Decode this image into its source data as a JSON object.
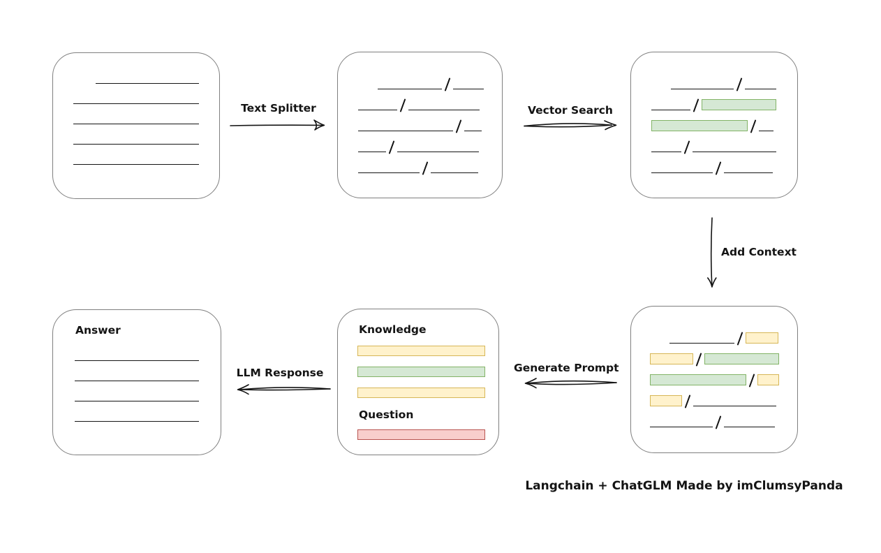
{
  "caption": "Langchain + ChatGLM Made by imClumsyPanda",
  "arrows": {
    "text_splitter": "Text Splitter",
    "vector_search": "Vector Search",
    "add_context": "Add Context",
    "generate_prompt": "Generate Prompt",
    "llm_response": "LLM Response"
  },
  "colors": {
    "chunk_green_fill": "#d5e8d4",
    "chunk_green_border": "#82b366",
    "chunk_yellow_fill": "#fff2cc",
    "chunk_yellow_border": "#d6b656",
    "chunk_red_fill": "#f8cecc",
    "chunk_red_border": "#b85450",
    "node_border": "#7f7f7f",
    "stroke": "#141414"
  },
  "boxes": {
    "document": {
      "lines": [
        {
          "indent": 32,
          "w": 148
        },
        {
          "w": 180
        },
        {
          "w": 180
        },
        {
          "w": 180
        },
        {
          "w": 180
        }
      ]
    },
    "split_chunks": {
      "rows": [
        {
          "indent": 28,
          "segs": [
            {
              "t": "line",
              "w": 92
            },
            {
              "t": "line",
              "w": 44
            }
          ]
        },
        {
          "segs": [
            {
              "t": "line",
              "w": 56
            },
            {
              "t": "line",
              "w": 102
            }
          ]
        },
        {
          "segs": [
            {
              "t": "line",
              "w": 136
            },
            {
              "t": "line",
              "w": 25
            }
          ]
        },
        {
          "segs": [
            {
              "t": "line",
              "w": 40
            },
            {
              "t": "line",
              "w": 117
            }
          ]
        },
        {
          "segs": [
            {
              "t": "line",
              "w": 88
            },
            {
              "t": "line",
              "w": 68
            }
          ]
        }
      ]
    },
    "matched_chunks": {
      "rows": [
        {
          "indent": 28,
          "segs": [
            {
              "t": "line",
              "w": 90
            },
            {
              "t": "line",
              "w": 45
            }
          ]
        },
        {
          "segs": [
            {
              "t": "line",
              "w": 56
            },
            {
              "t": "green",
              "w": 107
            }
          ]
        },
        {
          "segs": [
            {
              "t": "green",
              "w": 138
            },
            {
              "t": "line",
              "w": 21
            }
          ]
        },
        {
          "segs": [
            {
              "t": "line",
              "w": 43
            },
            {
              "t": "line",
              "w": 120
            }
          ]
        },
        {
          "segs": [
            {
              "t": "line",
              "w": 88
            },
            {
              "t": "line",
              "w": 70
            }
          ]
        }
      ]
    },
    "context_chunks": {
      "rows": [
        {
          "indent": 28,
          "segs": [
            {
              "t": "line",
              "w": 93
            },
            {
              "t": "yellow",
              "w": 47
            }
          ]
        },
        {
          "segs": [
            {
              "t": "yellow",
              "w": 62
            },
            {
              "t": "green",
              "w": 107
            }
          ]
        },
        {
          "segs": [
            {
              "t": "green",
              "w": 138
            },
            {
              "t": "yellow",
              "w": 31
            }
          ]
        },
        {
          "segs": [
            {
              "t": "yellow",
              "w": 46
            },
            {
              "t": "line",
              "w": 119
            }
          ]
        },
        {
          "segs": [
            {
              "t": "line",
              "w": 90
            },
            {
              "t": "line",
              "w": 73
            }
          ]
        }
      ]
    },
    "prompt": {
      "knowledge_label": "Knowledge",
      "question_label": "Question",
      "knowledge_bars": [
        {
          "t": "yellow",
          "w": 183
        },
        {
          "t": "green",
          "w": 183
        },
        {
          "t": "yellow",
          "w": 183
        }
      ],
      "question_bars": [
        {
          "t": "red",
          "w": 183
        }
      ]
    },
    "answer": {
      "label": "Answer",
      "lines": [
        {
          "w": 178
        },
        {
          "w": 178
        },
        {
          "w": 178
        },
        {
          "w": 178
        }
      ]
    }
  }
}
